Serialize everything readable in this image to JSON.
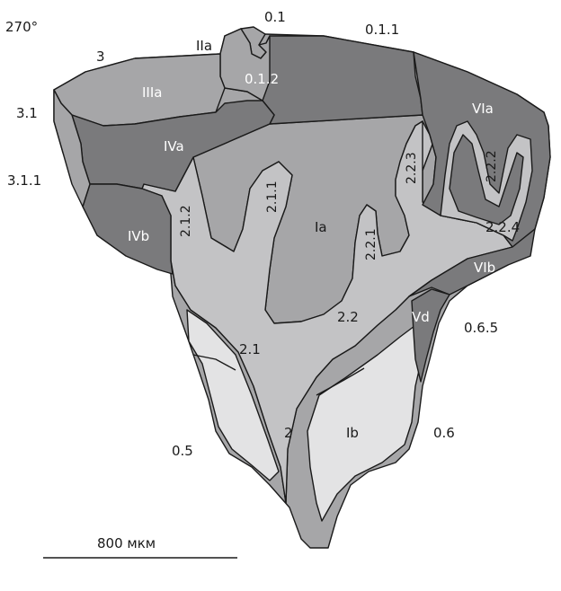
{
  "orientation": "270°",
  "colors": {
    "region_dark": "#7a7a7c",
    "region_mid": "#a6a6a8",
    "region_light": "#c3c3c5",
    "region_pale": "#e3e3e4",
    "outline": "#1a1a1a",
    "background": "#ffffff"
  },
  "zones": {
    "Ia": "Ia",
    "Ib": "Ib",
    "IIa": "IIa",
    "IIIa": "IIIa",
    "IVa": "IVa",
    "IVb": "IVb",
    "Vd": "Vd",
    "VIa": "VIa",
    "VIb": "VIb"
  },
  "branches": {
    "b0_1": "0.1",
    "b0_1_1": "0.1.1",
    "b0_1_2": "0.1.2",
    "b3": "3",
    "b3_1": "3.1",
    "b3_1_1": "3.1.1",
    "b2_1_1": "2.1.1",
    "b2_1_2": "2.1.2",
    "b2_2_1": "2.2.1",
    "b2_2_2": "2.2.2",
    "b2_2_3": "2.2.3",
    "b2_2_4": "2.2.4",
    "b2_2": "2.2",
    "b2_1": "2.1",
    "b2": "2",
    "b0_5": "0.5",
    "b0_6": "0.6",
    "b0_6_5": "0.6.5"
  },
  "scale_bar": {
    "label": "800 мкм",
    "length_um": 800
  }
}
